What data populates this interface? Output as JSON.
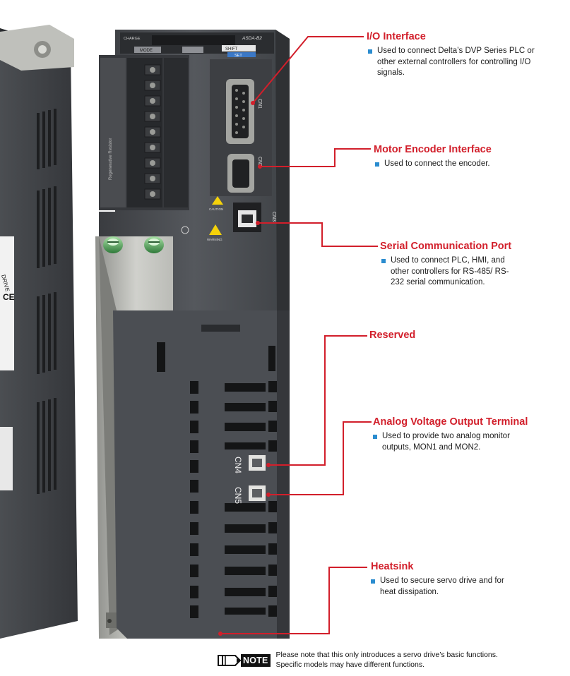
{
  "callouts": {
    "io": {
      "title": "I/O Interface",
      "description": "Used to connect Delta’s DVP Series PLC or other external controllers for controlling I/O signals."
    },
    "encoder": {
      "title": "Motor Encoder Interface",
      "description": "Used to connect the encoder."
    },
    "serial": {
      "title": "Serial Communication Port",
      "description": "Used to connect PLC, HMI, and other controllers for RS-485/ RS-232 serial communication."
    },
    "reserved": {
      "title": "Reserved"
    },
    "analog": {
      "title": "Analog Voltage Output Terminal",
      "description": "Used to provide two analog monitor outputs, MON1 and MON2."
    },
    "heatsink": {
      "title": "Heatsink",
      "description": "Used to secure servo drive and for heat dissipation."
    }
  },
  "device_labels": {
    "cn1": "CN1",
    "cn2": "CN2",
    "cn3": "CN3",
    "cn4": "CN4",
    "cn5": "CN5",
    "caution": "CAUTION",
    "warning": "WARNING",
    "charge": "CHARGE",
    "asda": "ASDA-B2",
    "mode": "MODE",
    "shift": "SHIFT",
    "set": "SET",
    "side_drive": "DRIVE",
    "side_ce": "CE",
    "regen": "Regenerative Resistor"
  },
  "note": {
    "label": "NOTE",
    "line1": "Please note that this only introduces a servo drive’s basic functions.",
    "line2": "Specific models may have different functions."
  },
  "colors": {
    "accent": "#d21f2b",
    "bullet": "#2a8ccf",
    "drive_body": "#4a4d52",
    "heatsink": "#b9bab5"
  }
}
